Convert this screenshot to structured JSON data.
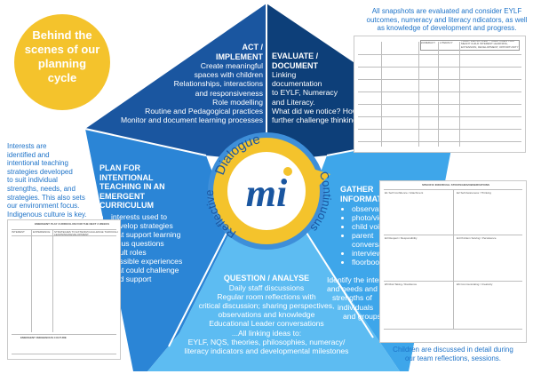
{
  "title_circle": {
    "text": "Behind the scenes of our planning cycle",
    "lines": [
      "Behind the",
      "scenes of our",
      "planning",
      "cycle"
    ]
  },
  "colors": {
    "gold": "#f4c32c",
    "dark_blue": "#1a56a0",
    "navy": "#0d3f79",
    "mid_blue": "#2b85d6",
    "light_blue": "#3ea6ea",
    "sky_blue": "#5dbcf2",
    "text_blue": "#1e73c8",
    "white": "#ffffff"
  },
  "act": {
    "heading": [
      "ACT /",
      "IMPLEMENT"
    ],
    "lines": [
      "Create meaningful",
      "spaces with children",
      "Relationships, interactions",
      "and responsiveness",
      "Role modelling",
      "Routine and Pedagogical practices",
      "Monitor and document learning processes"
    ]
  },
  "evaluate": {
    "heading": [
      "EVALUATE /",
      "DOCUMENT"
    ],
    "lines": [
      "Linking",
      "documentation",
      "to EYLF, Numeracy",
      "and Literacy.",
      "What did we notice? How can we",
      "further challenge thinking/development."
    ]
  },
  "plan": {
    "heading": [
      "PLAN FOR",
      "INTENTIONAL",
      "TEACHING IN AN",
      "EMERGENT",
      "CURRICULUM"
    ],
    "bullets": [
      "interests used to develop strategies that support learning",
      "focus questions",
      "adult roles",
      "possible experiences that could challenge and support"
    ],
    "bullet_lines": [
      [
        "interests used to",
        "develop strategies",
        "that support learning"
      ],
      [
        "focus questions"
      ],
      [
        "adult roles"
      ],
      [
        "possible experiences",
        "that could challenge",
        "and support"
      ]
    ]
  },
  "gather": {
    "heading": [
      "GATHER",
      "INFORMATION"
    ],
    "bullets": [
      "observations",
      "photo/video",
      "child voice",
      "parent conversations",
      "interviews",
      "floorbook"
    ],
    "bullet_lines": [
      [
        "observations"
      ],
      [
        "photo/video"
      ],
      [
        "child voice"
      ],
      [
        "parent",
        "conversations"
      ],
      [
        "interviews"
      ],
      [
        "floorbook"
      ]
    ],
    "lines": [
      "Identify the interests",
      "and needs and",
      "strengths of",
      "individuals",
      "and groups"
    ]
  },
  "question": {
    "heading": "QUESTION / ANALYSE",
    "lines": [
      "Daily staff discussions",
      "Regular room reflections with",
      "critical discussion; sharing perspectives,",
      "observations and knowledge",
      "Educational Leader conversations",
      "...All linking ideas to:",
      "EYLF, NQS, theories, philosophies, numeracy/",
      "literacy indicators and developmental milestones"
    ]
  },
  "center": {
    "words": [
      "Dialogue",
      "Continuous",
      "Reflective"
    ],
    "logo": "mi"
  },
  "notes": {
    "top_right": [
      "All snapshots are evaluated and consider EYLF",
      "outcomes, numeracy and literacy ndicators, as well",
      "as knowledge of development and progress."
    ],
    "left": [
      "Interests are",
      "identified and",
      "intentional teaching",
      "strategies developed",
      "to suit individual",
      "strengths, needs, and",
      "strategies. This also sets",
      "our environment focus.",
      "Indigenous culture is key."
    ],
    "bottom_right": [
      "Children are discussed in detail during",
      "our team reflections, sessions."
    ]
  },
  "docs": {
    "top_table_headers": [
      "NUMERACY",
      "LITERACY",
      "TODAY WE NOTICED ... WHAT DOES THIS MEAN? CHILD INTEREST LEARNING, EXTENSION, DEVELOPMENT, OPPORTUNITY"
    ],
    "left_title": "EMERGENT PLAY CURRICULUM FOR THE NEXT 2 WEEKS",
    "left_subtitle": "EMERGENT INDIGENOUS CULTURE",
    "left_cols": [
      "INTEREST",
      "EXPERIENCE",
      "STRATEGIES TO EXTEND/CHALLENGE THROUGH LEARNING/DEVELOPMENT"
    ],
    "right_title": "SPECIFIC INDIVIDUAL STRATEGIES/OBSERVATIONS",
    "right_items": [
      "E1 Self Confidence / Attachment",
      "E2 Self Awareness / Thinking",
      "E3 Respect / Responsibility",
      "E4 Problem Solving / Persistence",
      "E5 Risk Taking / Resilience",
      "E6 Communicating / Creativity"
    ]
  }
}
